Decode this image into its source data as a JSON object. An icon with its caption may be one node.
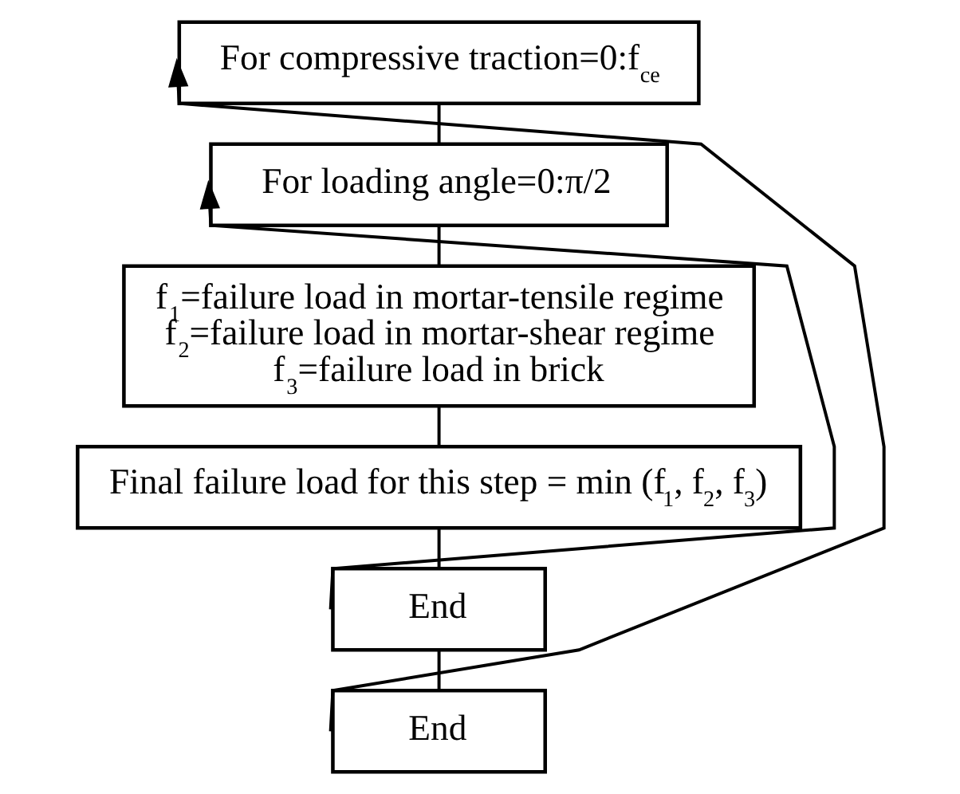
{
  "diagram": {
    "nodes": [
      {
        "text": [
          "For compressive traction=0:f$_{ce}$"
        ]
      },
      {
        "text": [
          "For loading angle=0:π/2"
        ]
      },
      {
        "text": [
          "f$_{1}$=failure load in mortar-tensile regime",
          "f$_{2}$=failure load in mortar-shear regime",
          "f$_{3}$=failure load in brick"
        ]
      },
      {
        "text": [
          "Final failure load for this step = min (f$_{1}$, f$_{2}$, f$_{3}$)"
        ]
      },
      {
        "text": [
          "End"
        ]
      },
      {
        "text": [
          "End"
        ]
      }
    ],
    "edges": [
      {
        "from": 0,
        "to": 1,
        "arrow": "none"
      },
      {
        "from": 1,
        "to": 2,
        "arrow": "none"
      },
      {
        "from": 2,
        "to": 3,
        "arrow": "none"
      },
      {
        "from": 3,
        "to": 4,
        "arrow": "none"
      },
      {
        "from": 4,
        "to": 5,
        "arrow": "none"
      },
      {
        "from": 4,
        "to": 1,
        "arrow": "to"
      },
      {
        "from": 5,
        "to": 0,
        "arrow": "to"
      }
    ]
  }
}
